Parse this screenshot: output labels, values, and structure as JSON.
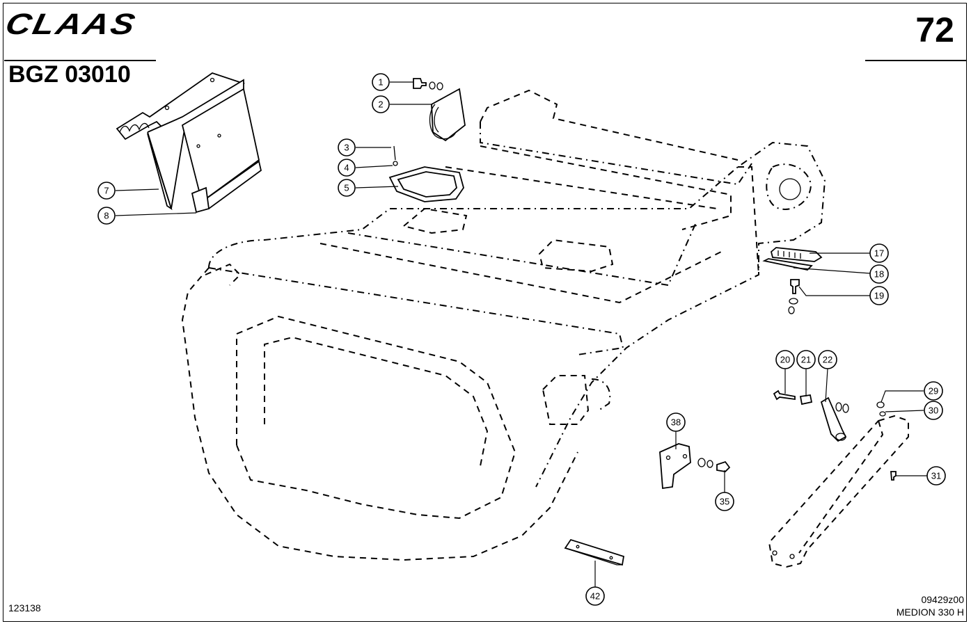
{
  "header": {
    "brand": "CLAAS",
    "doc_code": "BGZ 03010",
    "page_number": "72"
  },
  "footer": {
    "left_ref": "123138",
    "right_ref": "09429z00",
    "model": "MEDION 330 H"
  },
  "callouts": [
    "1",
    "2",
    "3",
    "4",
    "5",
    "7",
    "8",
    "17",
    "18",
    "19",
    "20",
    "21",
    "22",
    "29",
    "30",
    "31",
    "35",
    "38",
    "42"
  ]
}
